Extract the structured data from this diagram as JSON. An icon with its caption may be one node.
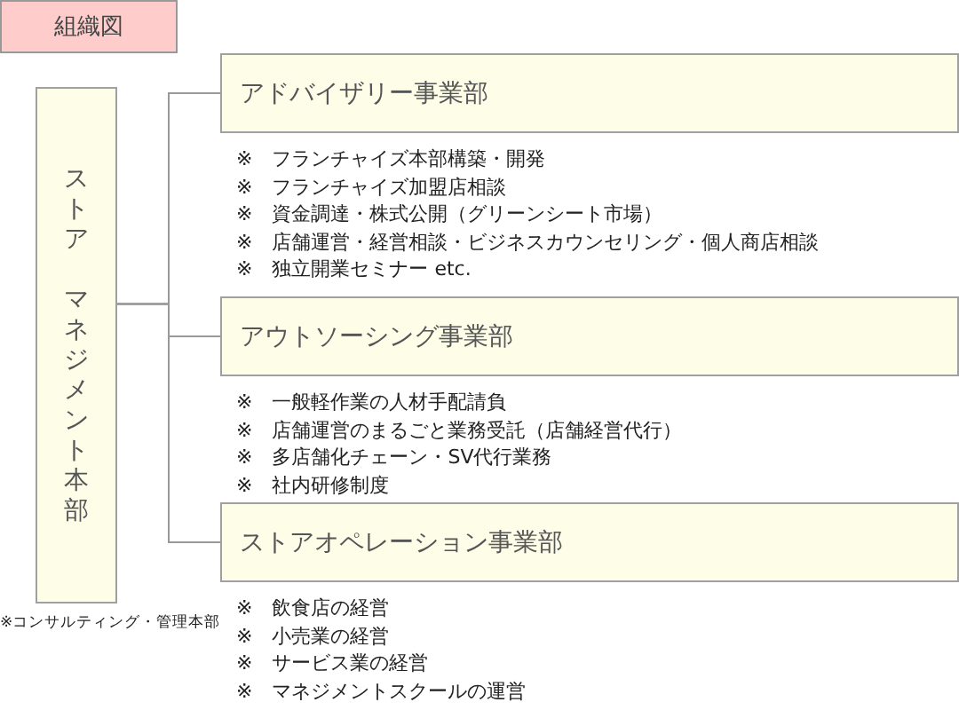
{
  "diagram": {
    "title": "組織図",
    "nodes": [
      {
        "text": [
          "ストア",
          "マネジメント本部"
        ],
        "beside": [
          "※コンサルティング・管理本部"
        ]
      },
      {
        "text": [
          "アドバイザリー事業部"
        ],
        "beside": [
          "※　フランチャイズ本部構築・開発",
          "※　フランチャイズ加盟店相談",
          "※　資金調達・株式公開（グリーンシート市場）",
          "※　店舗運営・経営相談・ビジネスカウンセリング・個人商店相談",
          "※　独立開業セミナー etc."
        ]
      },
      {
        "text": [
          "アウトソーシング事業部"
        ],
        "beside": [
          "※　一般軽作業の人材手配請負",
          "※　店舗運営のまるごと業務受託（店舗経営代行）",
          "※　多店舗化チェーン・SV代行業務",
          "※　社内研修制度"
        ]
      },
      {
        "text": [
          "ストアオペレーション事業部"
        ],
        "beside": [
          "※　飲食店の経営",
          "※　小売業の経営",
          "※　サービス業の経営",
          "※　マネジメントスクールの運営"
        ]
      }
    ],
    "edges": [
      {
        "from": 0,
        "to": 1,
        "arrow": "none"
      },
      {
        "from": 0,
        "to": 2,
        "arrow": "none"
      },
      {
        "from": 0,
        "to": 3,
        "arrow": "none"
      }
    ]
  }
}
